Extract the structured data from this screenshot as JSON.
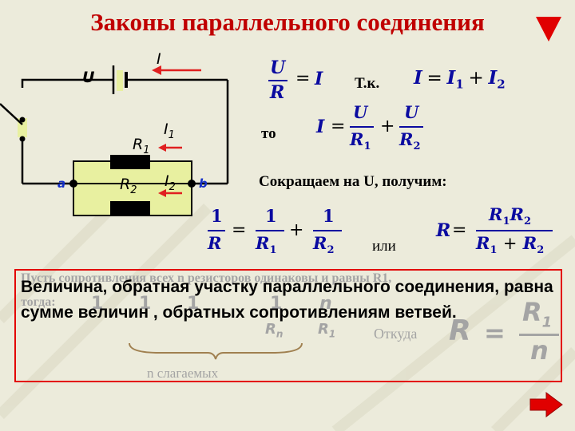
{
  "slide": {
    "title": "Законы параллельного соединения",
    "text_tk": "Т.к.",
    "text_to": "то",
    "text_reduce": "Сокращаем на U, получим:",
    "text_ili": "или",
    "hidden_line1": "Пусть сопротивления всех n резисторов одинаковы и равны R1,",
    "hidden_line2": "тогда:",
    "hidden_otkuda": "Откуда",
    "hidden_nterms": "n слагаемых",
    "box_text": "Величина, обратная участку параллельного соединения, равна сумме величин , обратных сопротивлениям ветвей."
  },
  "circuit": {
    "label_U": "U",
    "label_I": "I",
    "label_I1": "I",
    "sub_1": "1",
    "label_I2": "I",
    "sub_2": "2",
    "label_R1": "R",
    "label_R2": "R",
    "label_a": "a",
    "label_b": "b"
  },
  "formulas": {
    "u": "U",
    "r": "R",
    "eq": "=",
    "i": "I",
    "plus": "+",
    "one": "1",
    "r1": "R",
    "r2": "R",
    "s1": "1",
    "s2": "2",
    "n": "n",
    "rn": "R"
  },
  "colors": {
    "title": "#c00000",
    "formula": "#0a0aa0",
    "box_border": "#e30000",
    "arrow": "#e02020",
    "node_label": "#1530c8"
  }
}
